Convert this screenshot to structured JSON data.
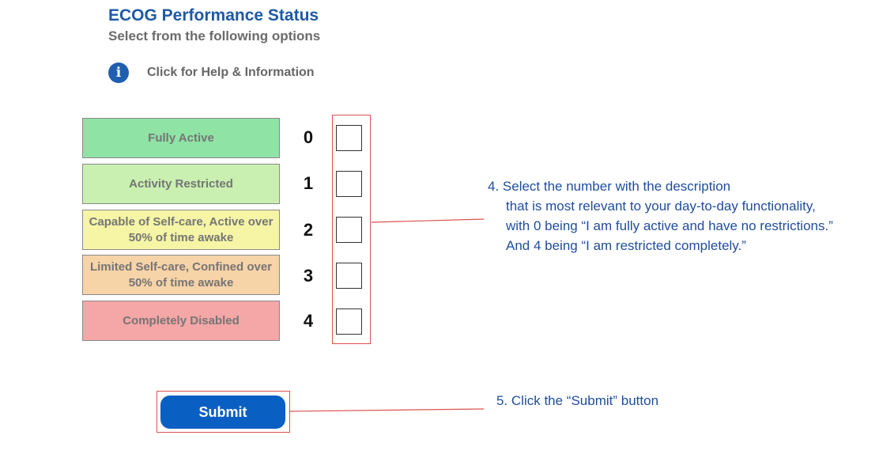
{
  "header": {
    "title": "ECOG Performance Status",
    "subtitle": "Select from the following options"
  },
  "help": {
    "icon": "info-icon",
    "icon_glyph": "i",
    "label": "Click for Help & Information"
  },
  "options": [
    {
      "label": "Fully Active",
      "number": "0",
      "color": "#8fe3a5"
    },
    {
      "label": "Activity Restricted",
      "number": "1",
      "color": "#c9f0b1"
    },
    {
      "label": "Capable of Self-care, Active over 50% of time awake",
      "number": "2",
      "color": "#f5f5a5"
    },
    {
      "label": "Limited Self-care, Confined over 50% of time awake",
      "number": "3",
      "color": "#f7d3a8"
    },
    {
      "label": "Completely Disabled",
      "number": "4",
      "color": "#f5a6a6"
    }
  ],
  "submit": {
    "label": "Submit"
  },
  "annotations": {
    "step4": [
      "4. Select the number with the description",
      "that is most relevant to your day-to-day functionality,",
      "with 0 being “I am fully active and have no restrictions.”",
      "And 4 being “I am restricted completely.”"
    ],
    "step5": "5. Click the “Submit” button",
    "highlight_color": "#d9534f"
  }
}
